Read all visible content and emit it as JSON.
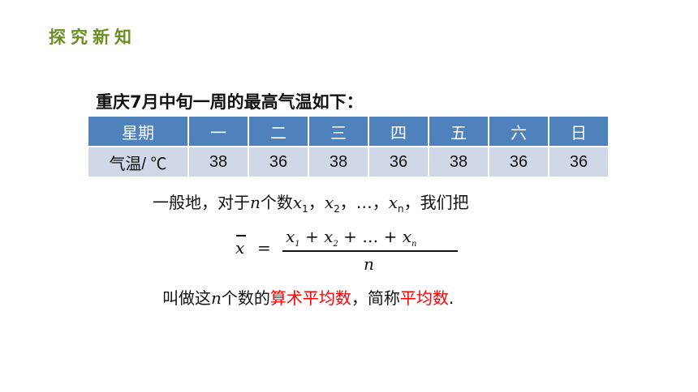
{
  "section_title": "探究新知",
  "intro": "重庆7月中旬一周的最高气温如下：",
  "table": {
    "header": [
      "星期",
      "一",
      "二",
      "三",
      "四",
      "五",
      "六",
      "日"
    ],
    "row": [
      "气温/ ℃",
      "38",
      "36",
      "38",
      "36",
      "38",
      "36",
      "36"
    ]
  },
  "definition": {
    "pre": "一般地，对于",
    "n": "n",
    "mid": "个数",
    "x": "x",
    "s1": "1",
    "comma": "，",
    "s2": "2",
    "ellipsis": "，…，",
    "sn": "n",
    "post": "，我们把"
  },
  "formula": {
    "lhs": "x",
    "eq": "=",
    "numerator": [
      "x",
      "1",
      " + ",
      "x",
      "2",
      " + … + ",
      "x",
      "n"
    ],
    "denominator": "n"
  },
  "conclusion": {
    "pre": "叫做这",
    "n": "n",
    "mid": "个数的",
    "term1": "算术平均数",
    "mid2": "，简称",
    "term2": "平均数",
    "end": "."
  },
  "colors": {
    "title": "#6b8e23",
    "table_header_bg": "#4f81bd",
    "table_row_bg": "#d0d8e8",
    "highlight": "#ff0000"
  }
}
